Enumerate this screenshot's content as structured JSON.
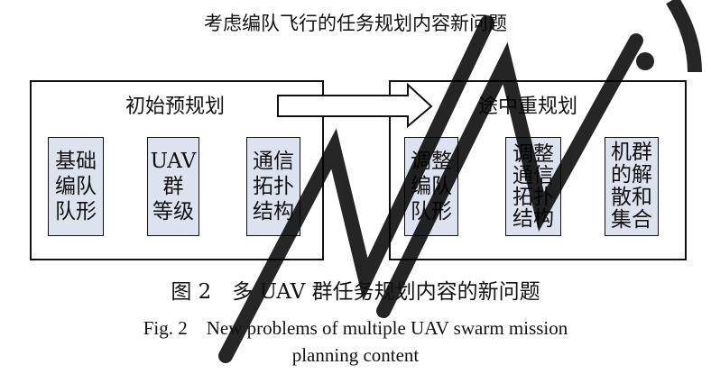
{
  "title": "考虑编队飞行的任务规划内容新问题",
  "left_panel": {
    "title": "初始预规划",
    "boxes": [
      "基础\n编队\n队形",
      "UAV\n群\n等级",
      "通信\n拓扑\n结构"
    ]
  },
  "right_panel": {
    "title": "途中重规划",
    "boxes": [
      "调整\n编队\n队形",
      "调整\n通信\n拓扑\n结构",
      "机群\n的解\n散和\n集合"
    ]
  },
  "caption": {
    "cn": "图 2　多 UAV 群任务规划内容的新问题",
    "en_line1": "Fig. 2　New problems of multiple UAV swarm mission",
    "en_line2": "planning content"
  },
  "colors": {
    "box_fill": "#dde3ee",
    "border": "#111111",
    "watermark": "#000000"
  }
}
